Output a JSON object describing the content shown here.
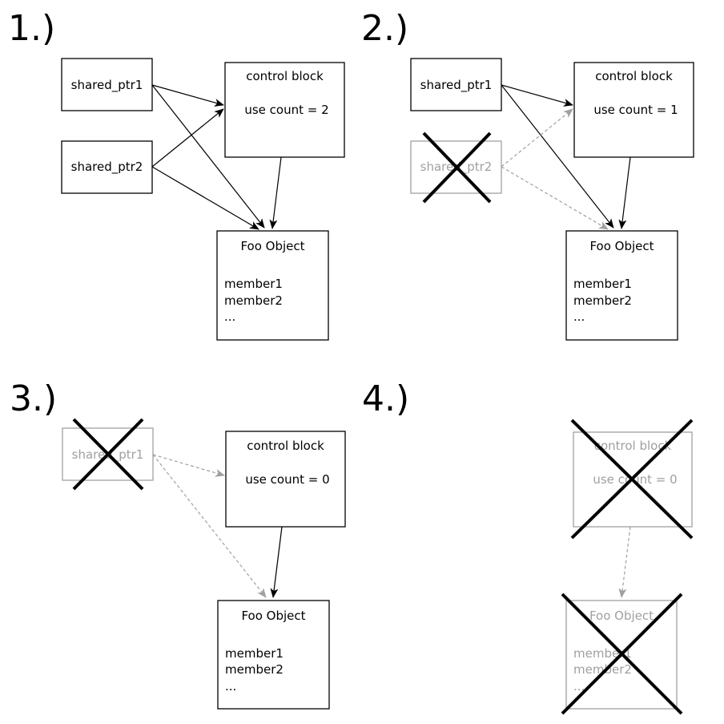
{
  "colors": {
    "active": "#000000",
    "deleted": "#a0a0a0"
  },
  "icons": {
    "deleted_marker": "cross-icon",
    "arrowhead": "arrow-head-icon"
  },
  "panels": [
    {
      "label": "1.)",
      "shared_ptr1": {
        "text": "shared_ptr1",
        "deleted": false
      },
      "shared_ptr2": {
        "text": "shared_ptr2",
        "deleted": false
      },
      "control_block": {
        "title": "control block",
        "count": "use count = 2",
        "deleted": false
      },
      "foo": {
        "title": "Foo Object",
        "members": [
          "member1",
          "member2",
          "..."
        ],
        "deleted": false
      }
    },
    {
      "label": "2.)",
      "shared_ptr1": {
        "text": "shared_ptr1",
        "deleted": false
      },
      "shared_ptr2": {
        "text": "shared_ptr2",
        "deleted": true
      },
      "control_block": {
        "title": "control block",
        "count": "use count = 1",
        "deleted": false
      },
      "foo": {
        "title": "Foo Object",
        "members": [
          "member1",
          "member2",
          "..."
        ],
        "deleted": false
      }
    },
    {
      "label": "3.)",
      "shared_ptr1": {
        "text": "shared_ptr1",
        "deleted": true
      },
      "control_block": {
        "title": "control block",
        "count": "use count = 0",
        "deleted": false
      },
      "foo": {
        "title": "Foo Object",
        "members": [
          "member1",
          "member2",
          "..."
        ],
        "deleted": false
      }
    },
    {
      "label": "4.)",
      "control_block": {
        "title": "control block",
        "count": "use count = 0",
        "deleted": true
      },
      "foo": {
        "title": "Foo Object",
        "members": [
          "member1",
          "member2",
          "..."
        ],
        "deleted": true
      }
    }
  ]
}
